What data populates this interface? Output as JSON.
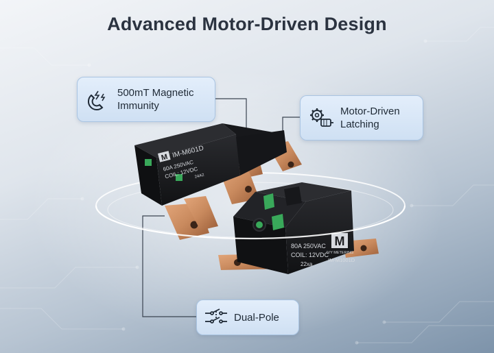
{
  "title": "Advanced Motor-Driven Design",
  "callouts": {
    "magnetic": {
      "label": "500mT Magnetic\nImmunity",
      "icon": "magnet-icon"
    },
    "motor": {
      "label": "Motor-Driven\nLatching",
      "icon": "motor-gear-icon"
    },
    "pole": {
      "label": "Dual-Pole",
      "icon": "switch-icon"
    }
  },
  "relay_left": {
    "logo": "M",
    "model": "IM-M601D",
    "rating": "60A  250VAC",
    "coil": "COIL:  12VDC",
    "code": "24A2"
  },
  "relay_right": {
    "logo": "M",
    "brand": "IVY METERING",
    "rating": "80A  250VAC",
    "coil": "COIL:  12VDC",
    "code": "22xa",
    "model": "IM-M1001D"
  },
  "colors": {
    "title": "#2b3340",
    "callout_bg": "#dbe8f7",
    "callout_border": "#a9c4e2",
    "relay_body": "#1b1c1f",
    "copper": "#c98a5e",
    "connector": "#39a85a"
  }
}
